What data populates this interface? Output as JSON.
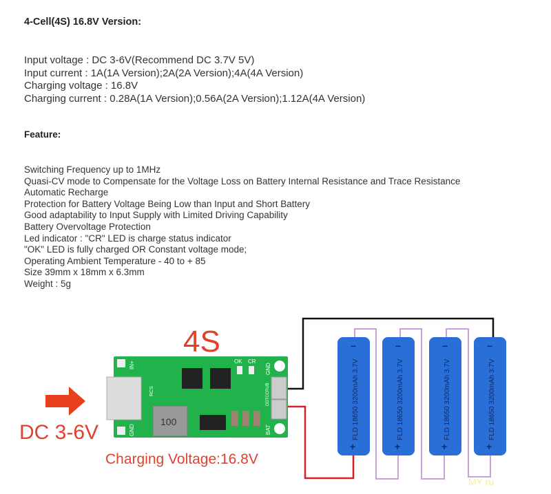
{
  "title": "4-Cell(4S) 16.8V Version:",
  "specs": [
    "Input voltage : DC 3-6V(Recommend DC 3.7V 5V)",
    "Input current : 1A(1A Version);2A(2A Version);4A(4A Version)",
    "Charging voltage : 16.8V",
    "Charging current : 0.28A(1A Version);0.56A(2A Version);1.12A(4A Version)"
  ],
  "feature_heading": "Feature:",
  "features": [
    "Switching Frequency up to 1MHz",
    "Quasi-CV mode to Compensate for the Voltage Loss on Battery Internal Resistance and Trace Resistance",
    "Automatic Recharge",
    "Protection for Battery Voltage Being Low than Input and Short Battery",
    "Good adaptability to Input Supply with Limited Driving Capability",
    "Battery Overvoltage Protection",
    "Led indicator : \"CR\" LED is charge status indicator",
    "\"OK\" LED is fully charged OR Constant voltage mode;",
    "Operating Ambient Temperature - 40 to  + 85",
    "Size 39mm x 18mm x 6.3mm",
    "Weight : 5g"
  ],
  "diagram": {
    "cell_count_label": "4S",
    "input_label": "DC 3-6V",
    "charging_voltage_label": "Charging Voltage:16.8V",
    "inductor_label": "100",
    "pcb_labels": {
      "in": "IN+",
      "gnd_left": "GND",
      "rcs": "RCS",
      "ok": "OK",
      "cr": "CR",
      "gnd_right": "GND",
      "bat": "BAT",
      "model": "DDTCCRUB"
    },
    "battery_label": "FLD 18650 3200mAh 3.7V",
    "plus": "+",
    "minus": "−",
    "watermark": "MY ru",
    "colors": {
      "accent_red": "#e2412c",
      "pcb_green": "#22b24c",
      "battery_blue": "#2a6fd8",
      "series_wire": "#c9a0dc"
    }
  }
}
